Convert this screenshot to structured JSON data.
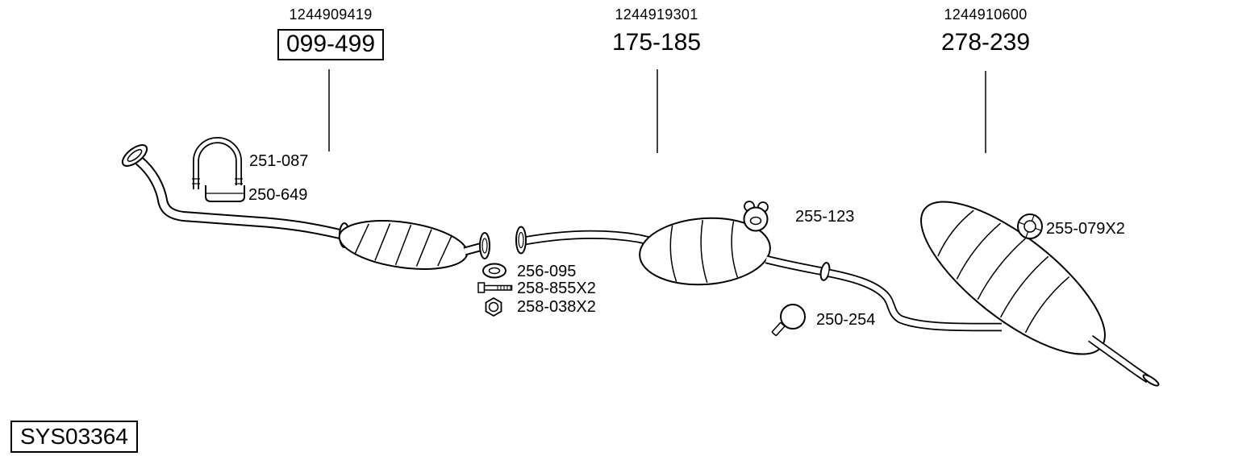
{
  "colors": {
    "ink": "#000000",
    "background": "#ffffff"
  },
  "assemblies": [
    {
      "oe_ref": "1244909419",
      "part_code": "099-499"
    },
    {
      "oe_ref": "1244919301",
      "part_code": "175-185"
    },
    {
      "oe_ref": "1244910600",
      "part_code": "278-239"
    }
  ],
  "component_labels": [
    {
      "part_code": "251-087",
      "icon": "u-bolt-clamp-icon"
    },
    {
      "part_code": "250-649",
      "icon": "clamp-bracket-icon"
    },
    {
      "part_code": "256-095",
      "icon": "gasket-ring-icon"
    },
    {
      "part_code": "258-855X2",
      "icon": "bolt-icon"
    },
    {
      "part_code": "258-038X2",
      "icon": "nut-icon"
    },
    {
      "part_code": "255-123",
      "icon": "rubber-hanger-icon"
    },
    {
      "part_code": "250-254",
      "icon": "pipe-clamp-icon"
    },
    {
      "part_code": "255-079X2",
      "icon": "rubber-hanger-icon"
    }
  ],
  "system_code": "SYS03364"
}
